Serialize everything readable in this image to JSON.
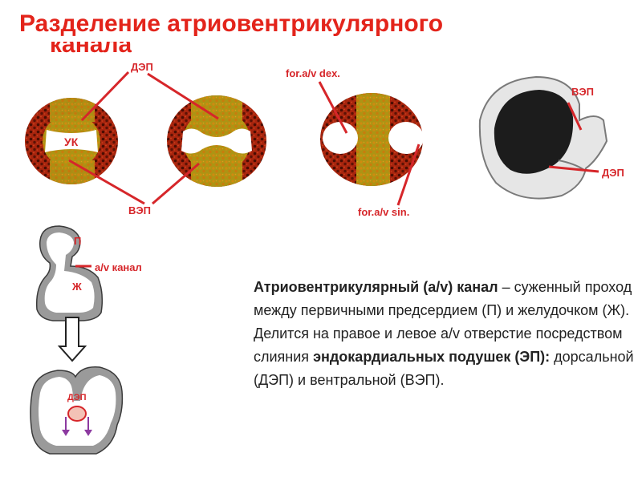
{
  "title": "Разделение атриовентрикулярного",
  "title_overflow": "канала",
  "labels": {
    "dep_top": "ДЭП",
    "uk": "УК",
    "vep_bottom": "ВЭП",
    "for_dex": "for.a/v dex.",
    "for_sin": "for.a/v sin.",
    "vep_right": "ВЭП",
    "dep_right": "ДЭП",
    "p": "П",
    "av_canal": "a/v канал",
    "zh": "Ж",
    "dep_lower": "ДЭП"
  },
  "description": {
    "p1_bold": "Атриовентрикулярный (a/v) канал",
    "p1_rest": " – суженный проход между первичными предсердием (П) и желудочком (Ж).",
    "p2_start": "Делится на правое и левое a/v отверстие посредством слияния ",
    "p2_bold": "эндокардиальных подушек (ЭП):",
    "p2_end": " дорсальной (ДЭП) и вентральной (ВЭП)."
  },
  "colors": {
    "title": "#e3241b",
    "label": "#d6262a",
    "wall": "#a8250e",
    "wall_dark": "#4a0d02",
    "cushion": "#ad9414",
    "arrow": "#8c3aa0"
  }
}
